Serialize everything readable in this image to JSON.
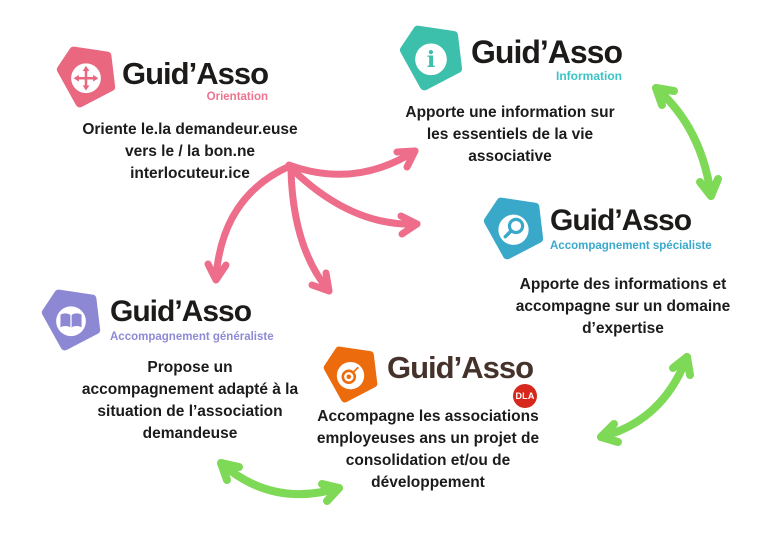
{
  "arrows": {
    "pink_color": "#ed6d8a",
    "green_color": "#7ed957"
  },
  "blocks": [
    {
      "name": "orientation",
      "brand": "Guid’Asso",
      "subtitle": "Orientation",
      "badge_color": "#e9677f",
      "subtitle_color": "#f0738e",
      "icon": "directions-cross-icon",
      "lines": [
        "Oriente le.la demandeur.euse",
        "vers le / la bon.ne",
        "interlocuteur.ice"
      ]
    },
    {
      "name": "information",
      "brand": "Guid’Asso",
      "subtitle": "Information",
      "badge_color": "#3cc0ab",
      "subtitle_color": "#3bc3c6",
      "icon": "info-icon",
      "lines": [
        "Apporte une information sur",
        "les essentiels de la vie",
        "associative"
      ]
    },
    {
      "name": "accompagnement-specialiste",
      "brand": "Guid’Asso",
      "subtitle": "Accompagnement spécialiste",
      "badge_color": "#3aa9c9",
      "subtitle_color": "#39a9cd",
      "icon": "magnifier-icon",
      "lines": [
        "Apporte des informations et",
        "accompagne sur un domaine",
        "d’expertise"
      ]
    },
    {
      "name": "accompagnement-generaliste",
      "brand": "Guid’Asso",
      "subtitle": "Accompagnement généraliste",
      "badge_color": "#8d88d3",
      "subtitle_color": "#8f8ad6",
      "icon": "open-book-icon",
      "lines": [
        "Propose un",
        "accompagnement adapté à la",
        "situation de l’association",
        "demandeuse"
      ]
    },
    {
      "name": "dla",
      "brand": "Guid’Asso",
      "brand_color": "#45322a",
      "badge_color": "#ec6c0d",
      "icon": "target-icon",
      "dla_badge": {
        "label": "DLA",
        "bg_color": "#d7281d",
        "text_color": "#ffffff"
      },
      "lines": [
        "Accompagne les associations",
        "employeuses ans un projet de",
        "consolidation et/ou de",
        "développement"
      ]
    }
  ]
}
